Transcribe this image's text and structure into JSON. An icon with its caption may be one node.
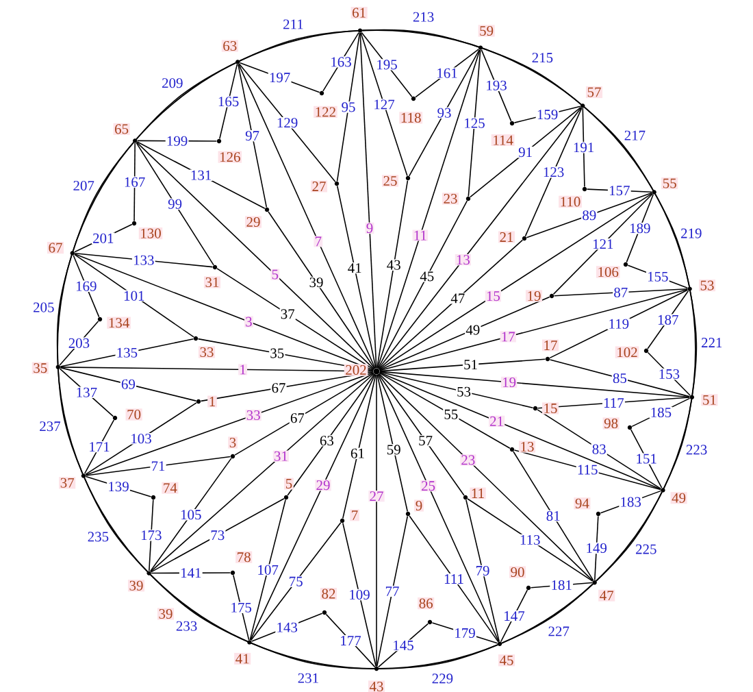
{
  "diagram": {
    "nodes": [
      {
        "text": [],
        "shape": "circle",
        "beside": [
          "202"
        ]
      },
      {
        "text": [],
        "shape": "circle",
        "beside": [
          "35"
        ]
      },
      {
        "text": [],
        "shape": "circle",
        "beside": [
          "67"
        ]
      },
      {
        "text": [],
        "shape": "circle",
        "beside": [
          "65"
        ]
      },
      {
        "text": [],
        "shape": "circle",
        "beside": [
          "63"
        ]
      },
      {
        "text": [],
        "shape": "circle",
        "beside": [
          "61"
        ]
      },
      {
        "text": [],
        "shape": "circle",
        "beside": [
          "59"
        ]
      },
      {
        "text": [],
        "shape": "circle",
        "beside": [
          "57"
        ]
      },
      {
        "text": [],
        "shape": "circle",
        "beside": [
          "55"
        ]
      },
      {
        "text": [],
        "shape": "circle",
        "beside": [
          "53"
        ]
      },
      {
        "text": [],
        "shape": "circle",
        "beside": [
          "51"
        ]
      },
      {
        "text": [],
        "shape": "circle",
        "beside": [
          "49"
        ]
      },
      {
        "text": [],
        "shape": "circle",
        "beside": [
          "47"
        ]
      },
      {
        "text": [],
        "shape": "circle",
        "beside": [
          "45"
        ]
      },
      {
        "text": [],
        "shape": "circle",
        "beside": [
          "43"
        ]
      },
      {
        "text": [],
        "shape": "circle",
        "beside": [
          "41"
        ]
      },
      {
        "text": [],
        "shape": "circle",
        "beside": [
          "39"
        ]
      },
      {
        "text": [],
        "shape": "circle",
        "beside": [
          "37"
        ]
      },
      {
        "text": [],
        "shape": "circle",
        "beside": [
          "33"
        ]
      },
      {
        "text": [],
        "shape": "circle",
        "beside": [
          "31"
        ]
      },
      {
        "text": [],
        "shape": "circle",
        "beside": [
          "29"
        ]
      },
      {
        "text": [],
        "shape": "circle",
        "beside": [
          "27"
        ]
      },
      {
        "text": [],
        "shape": "circle",
        "beside": [
          "25"
        ]
      },
      {
        "text": [],
        "shape": "circle",
        "beside": [
          "23"
        ]
      },
      {
        "text": [],
        "shape": "circle",
        "beside": [
          "21"
        ]
      },
      {
        "text": [],
        "shape": "circle",
        "beside": [
          "19"
        ]
      },
      {
        "text": [],
        "shape": "circle",
        "beside": [
          "17"
        ]
      },
      {
        "text": [],
        "shape": "circle",
        "beside": [
          "15"
        ]
      },
      {
        "text": [],
        "shape": "circle",
        "beside": [
          "13"
        ]
      },
      {
        "text": [],
        "shape": "circle",
        "beside": [
          "11"
        ]
      },
      {
        "text": [],
        "shape": "circle",
        "beside": [
          "9"
        ]
      },
      {
        "text": [],
        "shape": "circle",
        "beside": [
          "7"
        ]
      },
      {
        "text": [],
        "shape": "circle",
        "beside": [
          "5"
        ]
      },
      {
        "text": [],
        "shape": "circle",
        "beside": [
          "3"
        ]
      },
      {
        "text": [],
        "shape": "circle",
        "beside": [
          "1"
        ]
      },
      {
        "text": [],
        "shape": "circle",
        "beside": [
          "134"
        ]
      },
      {
        "text": [],
        "shape": "circle",
        "beside": [
          "130"
        ]
      },
      {
        "text": [],
        "shape": "circle",
        "beside": [
          "126"
        ]
      },
      {
        "text": [],
        "shape": "circle",
        "beside": [
          "122"
        ]
      },
      {
        "text": [],
        "shape": "circle",
        "beside": [
          "118"
        ]
      },
      {
        "text": [],
        "shape": "circle",
        "beside": [
          "114"
        ]
      },
      {
        "text": [],
        "shape": "circle",
        "beside": [
          "110"
        ]
      },
      {
        "text": [],
        "shape": "circle",
        "beside": [
          "106"
        ]
      },
      {
        "text": [],
        "shape": "circle",
        "beside": [
          "102"
        ]
      },
      {
        "text": [],
        "shape": "circle",
        "beside": [
          "98"
        ]
      },
      {
        "text": [],
        "shape": "circle",
        "beside": [
          "94"
        ]
      },
      {
        "text": [],
        "shape": "circle",
        "beside": [
          "90"
        ]
      },
      {
        "text": [],
        "shape": "circle",
        "beside": [
          "86"
        ]
      },
      {
        "text": [],
        "shape": "circle",
        "beside": [
          "82"
        ]
      },
      {
        "text": [],
        "shape": "circle",
        "beside": [
          "78"
        ]
      },
      {
        "text": [],
        "shape": "circle",
        "beside": [
          "74"
        ]
      },
      {
        "text": [],
        "shape": "circle",
        "beside": [
          "70"
        ]
      }
    ],
    "edges": [
      {
        "from": 0,
        "to": 1,
        "arrow": "none",
        "label": "1"
      },
      {
        "from": 0,
        "to": 18,
        "arrow": "none",
        "label": "35"
      },
      {
        "from": 1,
        "to": 18,
        "arrow": "none",
        "label": "135"
      },
      {
        "from": 18,
        "to": 2,
        "arrow": "none",
        "label": "101"
      },
      {
        "from": 1,
        "to": 35,
        "arrow": "none",
        "label": "203"
      },
      {
        "from": 35,
        "to": 2,
        "arrow": "none",
        "label": "169"
      },
      {
        "from": 1,
        "to": 2,
        "arrow": "none",
        "label": "205"
      },
      {
        "from": 0,
        "to": 2,
        "arrow": "none",
        "label": "3"
      },
      {
        "from": 0,
        "to": 19,
        "arrow": "none",
        "label": "37"
      },
      {
        "from": 2,
        "to": 19,
        "arrow": "none",
        "label": "133"
      },
      {
        "from": 19,
        "to": 3,
        "arrow": "none",
        "label": "99"
      },
      {
        "from": 2,
        "to": 36,
        "arrow": "none",
        "label": "201"
      },
      {
        "from": 36,
        "to": 3,
        "arrow": "none",
        "label": "167"
      },
      {
        "from": 2,
        "to": 3,
        "arrow": "none",
        "label": "207"
      },
      {
        "from": 0,
        "to": 3,
        "arrow": "none",
        "label": "5"
      },
      {
        "from": 0,
        "to": 20,
        "arrow": "none",
        "label": "39"
      },
      {
        "from": 3,
        "to": 20,
        "arrow": "none",
        "label": "131"
      },
      {
        "from": 20,
        "to": 4,
        "arrow": "none",
        "label": "97"
      },
      {
        "from": 3,
        "to": 37,
        "arrow": "none",
        "label": "199"
      },
      {
        "from": 37,
        "to": 4,
        "arrow": "none",
        "label": "165"
      },
      {
        "from": 3,
        "to": 4,
        "arrow": "none",
        "label": "209"
      },
      {
        "from": 0,
        "to": 4,
        "arrow": "none",
        "label": "7"
      },
      {
        "from": 0,
        "to": 21,
        "arrow": "none",
        "label": "41"
      },
      {
        "from": 4,
        "to": 21,
        "arrow": "none",
        "label": "129"
      },
      {
        "from": 21,
        "to": 5,
        "arrow": "none",
        "label": "95"
      },
      {
        "from": 4,
        "to": 38,
        "arrow": "none",
        "label": "197"
      },
      {
        "from": 38,
        "to": 5,
        "arrow": "none",
        "label": "163"
      },
      {
        "from": 4,
        "to": 5,
        "arrow": "none",
        "label": "211"
      },
      {
        "from": 0,
        "to": 5,
        "arrow": "none",
        "label": "9"
      },
      {
        "from": 0,
        "to": 22,
        "arrow": "none",
        "label": "43"
      },
      {
        "from": 5,
        "to": 22,
        "arrow": "none",
        "label": "127"
      },
      {
        "from": 22,
        "to": 6,
        "arrow": "none",
        "label": "93"
      },
      {
        "from": 5,
        "to": 39,
        "arrow": "none",
        "label": "195"
      },
      {
        "from": 39,
        "to": 6,
        "arrow": "none",
        "label": "161"
      },
      {
        "from": 5,
        "to": 6,
        "arrow": "none",
        "label": "213"
      },
      {
        "from": 0,
        "to": 6,
        "arrow": "none",
        "label": "11"
      },
      {
        "from": 0,
        "to": 23,
        "arrow": "none",
        "label": "45"
      },
      {
        "from": 6,
        "to": 23,
        "arrow": "none",
        "label": "125"
      },
      {
        "from": 23,
        "to": 7,
        "arrow": "none",
        "label": "91"
      },
      {
        "from": 6,
        "to": 40,
        "arrow": "none",
        "label": "193"
      },
      {
        "from": 40,
        "to": 7,
        "arrow": "none",
        "label": "159"
      },
      {
        "from": 6,
        "to": 7,
        "arrow": "none",
        "label": "215"
      },
      {
        "from": 0,
        "to": 7,
        "arrow": "none",
        "label": "13"
      },
      {
        "from": 0,
        "to": 24,
        "arrow": "none",
        "label": "47"
      },
      {
        "from": 7,
        "to": 24,
        "arrow": "none",
        "label": "123"
      },
      {
        "from": 24,
        "to": 8,
        "arrow": "none",
        "label": "89"
      },
      {
        "from": 7,
        "to": 41,
        "arrow": "none",
        "label": "191"
      },
      {
        "from": 41,
        "to": 8,
        "arrow": "none",
        "label": "157"
      },
      {
        "from": 7,
        "to": 8,
        "arrow": "none",
        "label": "217"
      },
      {
        "from": 0,
        "to": 8,
        "arrow": "none",
        "label": "15"
      },
      {
        "from": 0,
        "to": 25,
        "arrow": "none",
        "label": "49"
      },
      {
        "from": 8,
        "to": 25,
        "arrow": "none",
        "label": "121"
      },
      {
        "from": 25,
        "to": 9,
        "arrow": "none",
        "label": "87"
      },
      {
        "from": 8,
        "to": 42,
        "arrow": "none",
        "label": "189"
      },
      {
        "from": 42,
        "to": 9,
        "arrow": "none",
        "label": "155"
      },
      {
        "from": 8,
        "to": 9,
        "arrow": "none",
        "label": "219"
      },
      {
        "from": 0,
        "to": 9,
        "arrow": "none",
        "label": "17"
      },
      {
        "from": 0,
        "to": 26,
        "arrow": "none",
        "label": "51"
      },
      {
        "from": 9,
        "to": 26,
        "arrow": "none",
        "label": "119"
      },
      {
        "from": 26,
        "to": 10,
        "arrow": "none",
        "label": "85"
      },
      {
        "from": 9,
        "to": 43,
        "arrow": "none",
        "label": "187"
      },
      {
        "from": 43,
        "to": 10,
        "arrow": "none",
        "label": "153"
      },
      {
        "from": 9,
        "to": 10,
        "arrow": "none",
        "label": "221"
      },
      {
        "from": 0,
        "to": 10,
        "arrow": "none",
        "label": "19"
      },
      {
        "from": 0,
        "to": 27,
        "arrow": "none",
        "label": "53"
      },
      {
        "from": 10,
        "to": 27,
        "arrow": "none",
        "label": "117"
      },
      {
        "from": 27,
        "to": 11,
        "arrow": "none",
        "label": "83"
      },
      {
        "from": 10,
        "to": 44,
        "arrow": "none",
        "label": "185"
      },
      {
        "from": 44,
        "to": 11,
        "arrow": "none",
        "label": "151"
      },
      {
        "from": 10,
        "to": 11,
        "arrow": "none",
        "label": "223"
      },
      {
        "from": 0,
        "to": 11,
        "arrow": "none",
        "label": "21"
      },
      {
        "from": 0,
        "to": 28,
        "arrow": "none",
        "label": "55"
      },
      {
        "from": 11,
        "to": 28,
        "arrow": "none",
        "label": "115"
      },
      {
        "from": 28,
        "to": 12,
        "arrow": "none",
        "label": "81"
      },
      {
        "from": 11,
        "to": 45,
        "arrow": "none",
        "label": "183"
      },
      {
        "from": 45,
        "to": 12,
        "arrow": "none",
        "label": "149"
      },
      {
        "from": 11,
        "to": 12,
        "arrow": "none",
        "label": "225"
      },
      {
        "from": 0,
        "to": 12,
        "arrow": "none",
        "label": "23"
      },
      {
        "from": 0,
        "to": 29,
        "arrow": "none",
        "label": "57"
      },
      {
        "from": 12,
        "to": 29,
        "arrow": "none",
        "label": "113"
      },
      {
        "from": 29,
        "to": 13,
        "arrow": "none",
        "label": "79"
      },
      {
        "from": 12,
        "to": 46,
        "arrow": "none",
        "label": "181"
      },
      {
        "from": 46,
        "to": 13,
        "arrow": "none",
        "label": "147"
      },
      {
        "from": 12,
        "to": 13,
        "arrow": "none",
        "label": "227"
      },
      {
        "from": 0,
        "to": 13,
        "arrow": "none",
        "label": "25"
      },
      {
        "from": 0,
        "to": 30,
        "arrow": "none",
        "label": "59"
      },
      {
        "from": 13,
        "to": 30,
        "arrow": "none",
        "label": "111"
      },
      {
        "from": 30,
        "to": 14,
        "arrow": "none",
        "label": "77"
      },
      {
        "from": 13,
        "to": 47,
        "arrow": "none",
        "label": "179"
      },
      {
        "from": 47,
        "to": 14,
        "arrow": "none",
        "label": "145"
      },
      {
        "from": 13,
        "to": 14,
        "arrow": "none",
        "label": "229"
      },
      {
        "from": 0,
        "to": 14,
        "arrow": "none",
        "label": "27"
      },
      {
        "from": 0,
        "to": 31,
        "arrow": "none",
        "label": "61"
      },
      {
        "from": 14,
        "to": 31,
        "arrow": "none",
        "label": "109"
      },
      {
        "from": 31,
        "to": 15,
        "arrow": "none",
        "label": "75"
      },
      {
        "from": 14,
        "to": 48,
        "arrow": "none",
        "label": "177"
      },
      {
        "from": 48,
        "to": 15,
        "arrow": "none",
        "label": "143"
      },
      {
        "from": 14,
        "to": 15,
        "arrow": "none",
        "label": "231"
      },
      {
        "from": 0,
        "to": 15,
        "arrow": "none",
        "label": "29"
      },
      {
        "from": 0,
        "to": 32,
        "arrow": "none",
        "label": "63"
      },
      {
        "from": 15,
        "to": 32,
        "arrow": "none",
        "label": "107"
      },
      {
        "from": 32,
        "to": 16,
        "arrow": "none",
        "label": "73"
      },
      {
        "from": 15,
        "to": 49,
        "arrow": "none",
        "label": "175"
      },
      {
        "from": 49,
        "to": 16,
        "arrow": "none",
        "label": "141"
      },
      {
        "from": 15,
        "to": 16,
        "arrow": "none",
        "label": "233"
      },
      {
        "from": 0,
        "to": 16,
        "arrow": "none",
        "label": "31"
      },
      {
        "from": 0,
        "to": 33,
        "arrow": "none",
        "label": "67"
      },
      {
        "from": 16,
        "to": 33,
        "arrow": "none",
        "label": "105"
      },
      {
        "from": 33,
        "to": 17,
        "arrow": "none",
        "label": "71"
      },
      {
        "from": 16,
        "to": 50,
        "arrow": "none",
        "label": "173"
      },
      {
        "from": 50,
        "to": 17,
        "arrow": "none",
        "label": "139"
      },
      {
        "from": 16,
        "to": 17,
        "arrow": "none",
        "label": "235"
      },
      {
        "from": 0,
        "to": 17,
        "arrow": "none",
        "label": "33"
      },
      {
        "from": 0,
        "to": 34,
        "arrow": "none",
        "label": "67"
      },
      {
        "from": 17,
        "to": 34,
        "arrow": "none",
        "label": "103"
      },
      {
        "from": 34,
        "to": 1,
        "arrow": "none",
        "label": "69"
      },
      {
        "from": 17,
        "to": 51,
        "arrow": "none",
        "label": "171"
      },
      {
        "from": 51,
        "to": 1,
        "arrow": "none",
        "label": "137"
      },
      {
        "from": 17,
        "to": 1,
        "arrow": "none",
        "label": "237"
      }
    ],
    "labels": [
      "39"
    ]
  }
}
